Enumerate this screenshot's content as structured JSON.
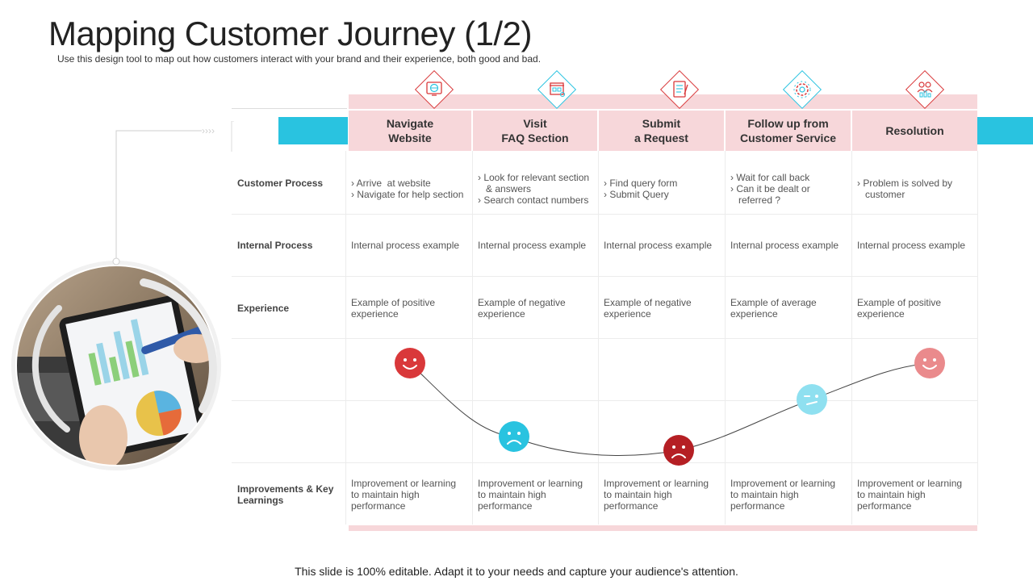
{
  "title": "Mapping Customer Journey (1/2)",
  "subtitle": "Use this design tool to map out how customers interact with your brand and their experience, both good and bad.",
  "footer": "This slide is 100% editable. Adapt it to your needs and capture your audience's attention.",
  "colors": {
    "accent_blue": "#29c3e0",
    "pink": "#f7d7da",
    "red": "#d9383a",
    "dark_red": "#b51f24",
    "light_red": "#ea8a8c",
    "light_blue": "#8fe0f0"
  },
  "stages": [
    {
      "label": "Navigate\nWebsite",
      "icon": "globe-monitor-icon"
    },
    {
      "label": "Visit\nFAQ Section",
      "icon": "store-map-icon"
    },
    {
      "label": "Submit\na Request",
      "icon": "checklist-icon"
    },
    {
      "label": "Follow up from\nCustomer Service",
      "icon": "gear-settings-icon"
    },
    {
      "label": "Resolution",
      "icon": "team-chart-icon"
    }
  ],
  "rows": {
    "customer_process": {
      "label": "Customer Process",
      "cells": [
        [
          "› Arrive  at website",
          "› Navigate for help section"
        ],
        [
          "› Look for relevant section",
          "   & answers",
          "› Search contact numbers"
        ],
        [
          "› Find query form",
          "› Submit Query"
        ],
        [
          "› Wait for call back",
          "› Can it be dealt or",
          "   referred ?"
        ],
        [
          "› Problem is solved by",
          "   customer"
        ]
      ]
    },
    "internal_process": {
      "label": "Internal Process",
      "cells": [
        "Internal process example",
        "Internal process example",
        "Internal process example",
        "Internal process example",
        "Internal process example"
      ]
    },
    "experience": {
      "label": "Experience",
      "cells": [
        "Example of positive\nexperience",
        "Example of negative\nexperience",
        "Example of negative\nexperience",
        "Example of average\nexperience",
        "Example of positive\nexperience"
      ]
    },
    "improvements": {
      "label": "Improvements & Key\nLearnings",
      "cells": [
        "Improvement or learning\nto maintain high\nperformance",
        "Improvement or learning\nto maintain high\nperformance",
        "Improvement or learning\nto maintain high\nperformance",
        "Improvement or learning\nto maintain high\nperformance",
        "Improvement or learning\nto maintain high\nperformance"
      ]
    }
  },
  "emotion_faces": [
    {
      "mood": "happy-face-icon",
      "color": "#d9383a"
    },
    {
      "mood": "sad-face-icon",
      "color": "#29c3e0"
    },
    {
      "mood": "sad-face-icon",
      "color": "#b51f24"
    },
    {
      "mood": "neutral-face-icon",
      "color": "#8fe0f0"
    },
    {
      "mood": "happy-face-icon",
      "color": "#ea8a8c"
    }
  ],
  "image": {
    "description_icon": "tablet-chart-photo"
  }
}
